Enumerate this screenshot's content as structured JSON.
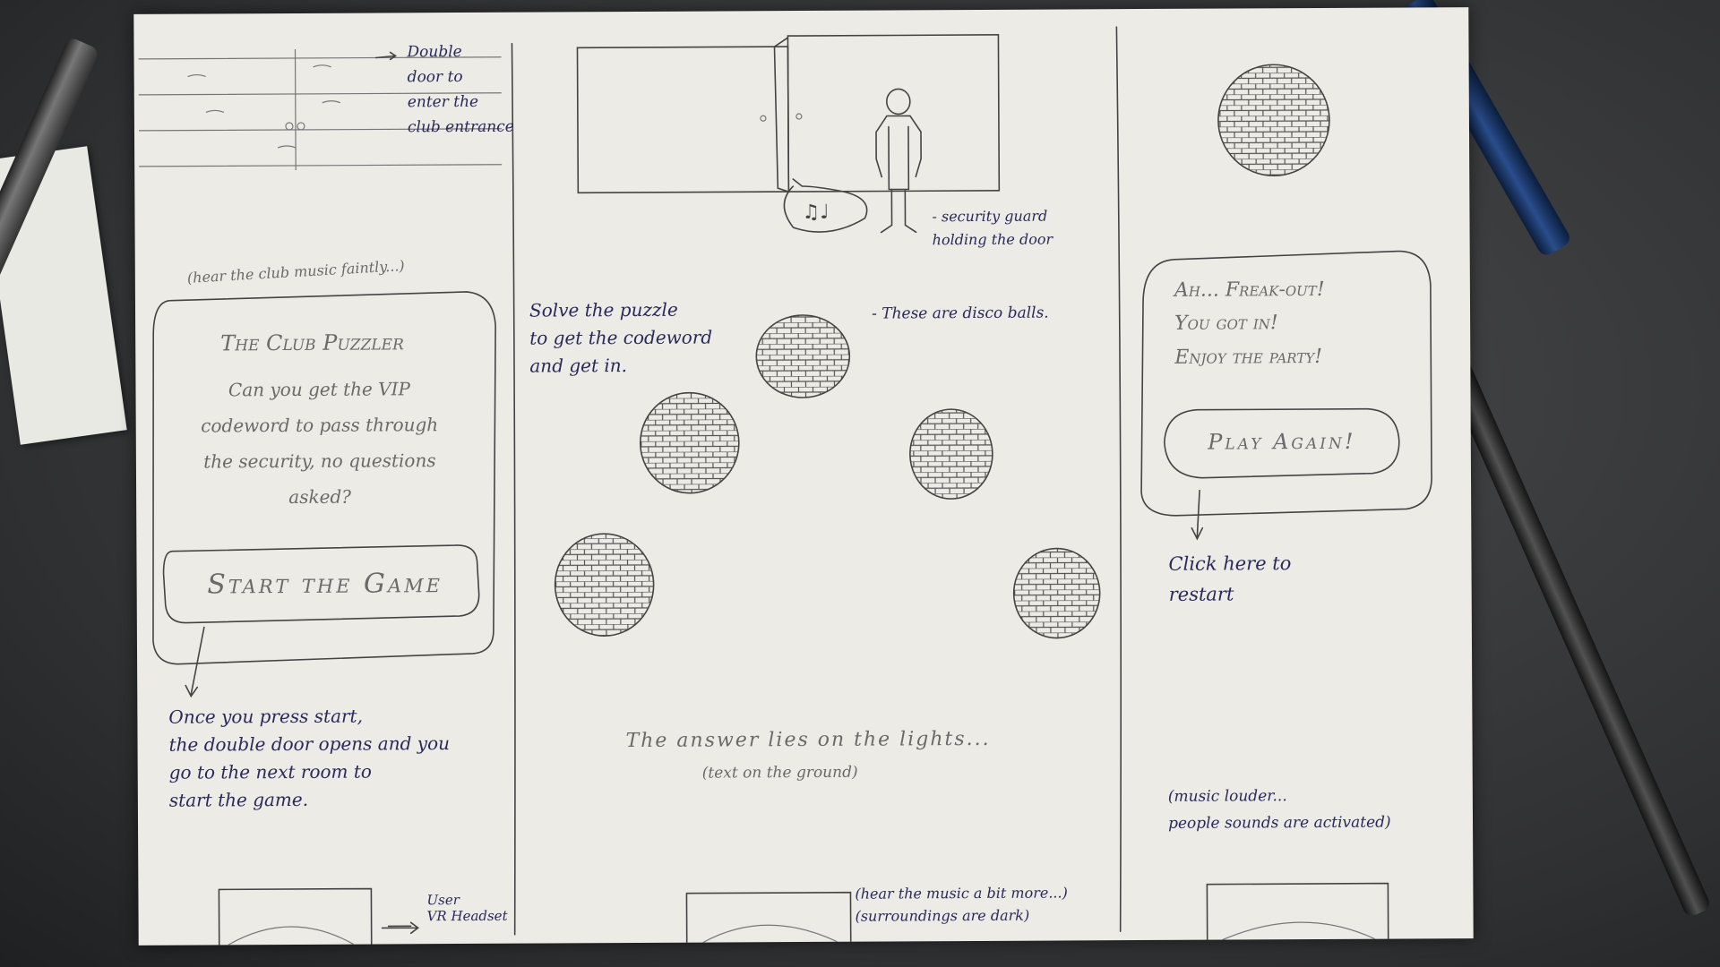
{
  "panel1": {
    "door_note": "Double\ndoor to\nenter the\nclub entrance",
    "music_note": "(hear the club music faintly...)",
    "title": "The Club Puzzler",
    "body": "Can you get the VIP\ncodeword to pass through\nthe security, no questions\nasked?",
    "start_button": "Start the Game",
    "start_note": "Once you press start,\nthe double door opens and you\ngo to the next room to\nstart the game.",
    "headset_note": "User\nVR Headset"
  },
  "panel2": {
    "guard_note": "- security guard\nholding the door",
    "puzzle_note": "Solve the puzzle\nto get the codeword\nand get in.",
    "disco_note": "- These are disco balls.",
    "answer_text": "The answer lies on the lights...",
    "answer_sub": "(text on the ground)",
    "music_note": "(hear the music a bit more...)\n(surroundings are dark)"
  },
  "panel3": {
    "win_text": "Ah... Freak-out!\nYou got in!\nEnjoy the party!",
    "play_again": "Play Again!",
    "restart_note": "Click here to\nrestart",
    "music_note": "(music louder...\npeople sounds are activated)"
  },
  "icons": {
    "music_notes": "music-notes-icon",
    "disco_ball": "disco-ball-icon"
  }
}
